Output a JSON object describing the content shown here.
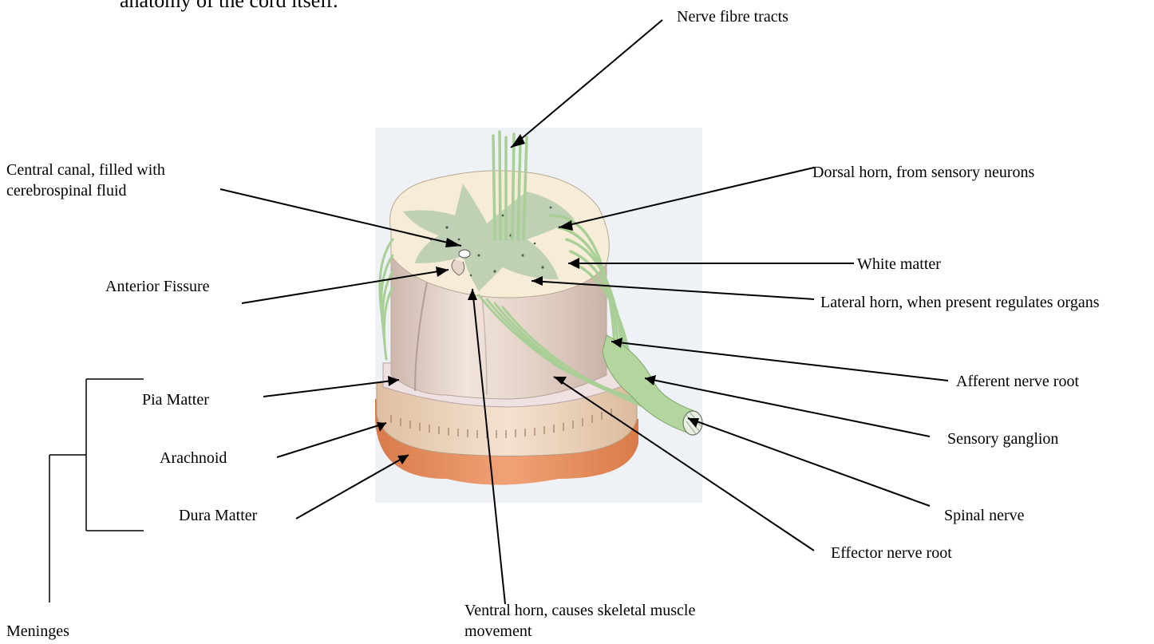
{
  "header_fragment": "anatomy of the cord itself.",
  "labels": {
    "nerve_fibre_tracts": "Nerve fibre tracts",
    "central_canal": "Central canal, filled with cerebrospinal fluid",
    "dorsal_horn": "Dorsal horn, from sensory neurons",
    "white_matter": "White matter",
    "anterior_fissure": "Anterior Fissure",
    "lateral_horn": "Lateral horn, when present regulates organs",
    "afferent_nerve_root": "Afferent nerve root",
    "pia_matter": "Pia Matter",
    "sensory_ganglion": "Sensory ganglion",
    "arachnoid": "Arachnoid",
    "dura_matter": "Dura Matter",
    "spinal_nerve": "Spinal nerve",
    "effector_nerve_root": "Effector nerve root",
    "ventral_horn": "Ventral horn, causes skeletal muscle movement",
    "meninges": "Meninges"
  },
  "colors": {
    "grey_matter": "#b9cdb0",
    "white_matter": "#f6ecd8",
    "column": "#e8d8cf",
    "nerve_green": "#a8cf95",
    "arachnoid_tan": "#e8cbb0",
    "dura_orange": "#e48a5a",
    "background_panel": "#eef1f5"
  }
}
